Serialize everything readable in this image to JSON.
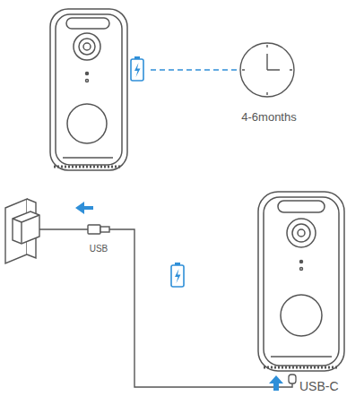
{
  "diagram": {
    "labels": [
      "4-6months",
      "USB",
      "USB-C"
    ]
  }
}
